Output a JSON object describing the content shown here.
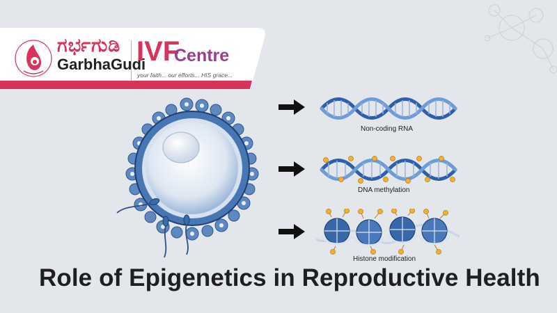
{
  "brand": {
    "name_kannada": "ಗರ್ಭಗುಡಿ",
    "name_english": "GarbhaGudi",
    "ivf": "IVF",
    "centre": "Centre",
    "tagline": "your faith... our efforts... HIS grace..."
  },
  "diagram": {
    "items": [
      {
        "label": "Non-coding RNA"
      },
      {
        "label": "DNA methylation"
      },
      {
        "label": "Histone modification"
      }
    ]
  },
  "title": "Role of Epigenetics in Reproductive Health",
  "colors": {
    "brand_pink": "#d8335b",
    "brand_purple": "#9c3d8a",
    "cell_blue": "#3f6ea8",
    "dna_blue": "#3d6fb6",
    "methyl_gold": "#f0b13a",
    "background": "#e3e6ea"
  }
}
